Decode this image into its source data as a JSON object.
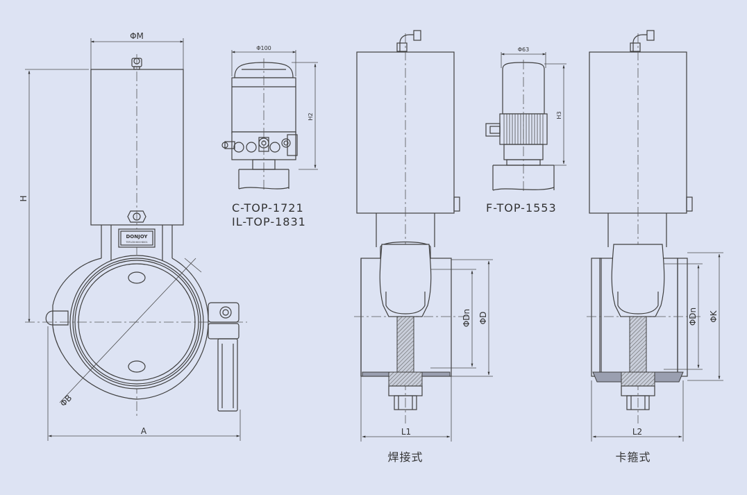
{
  "dimensions": {
    "phi_m": "ΦM",
    "h": "H",
    "phi_b": "ΦB",
    "a": "A",
    "phi_100": "Φ100",
    "h2": "H2",
    "phi_63": "Φ63",
    "h3": "H3",
    "phi_dn": "ΦDn",
    "phi_d": "ΦD",
    "phi_k": "ΦK",
    "l1": "L1",
    "l2": "L2"
  },
  "models": {
    "c_top": "C-TOP-1721",
    "il_top": "IL-TOP-1831",
    "f_top": "F-TOP-1553"
  },
  "captions": {
    "welded": "焊接式",
    "clamp": "卡箍式"
  },
  "logo": {
    "brand": "DONJOY",
    "sub": "TEFLON·600·6001"
  },
  "colors": {
    "background": "#dde3f3",
    "line": "#3f3f3f",
    "section_fill": "#9a9fb0"
  }
}
